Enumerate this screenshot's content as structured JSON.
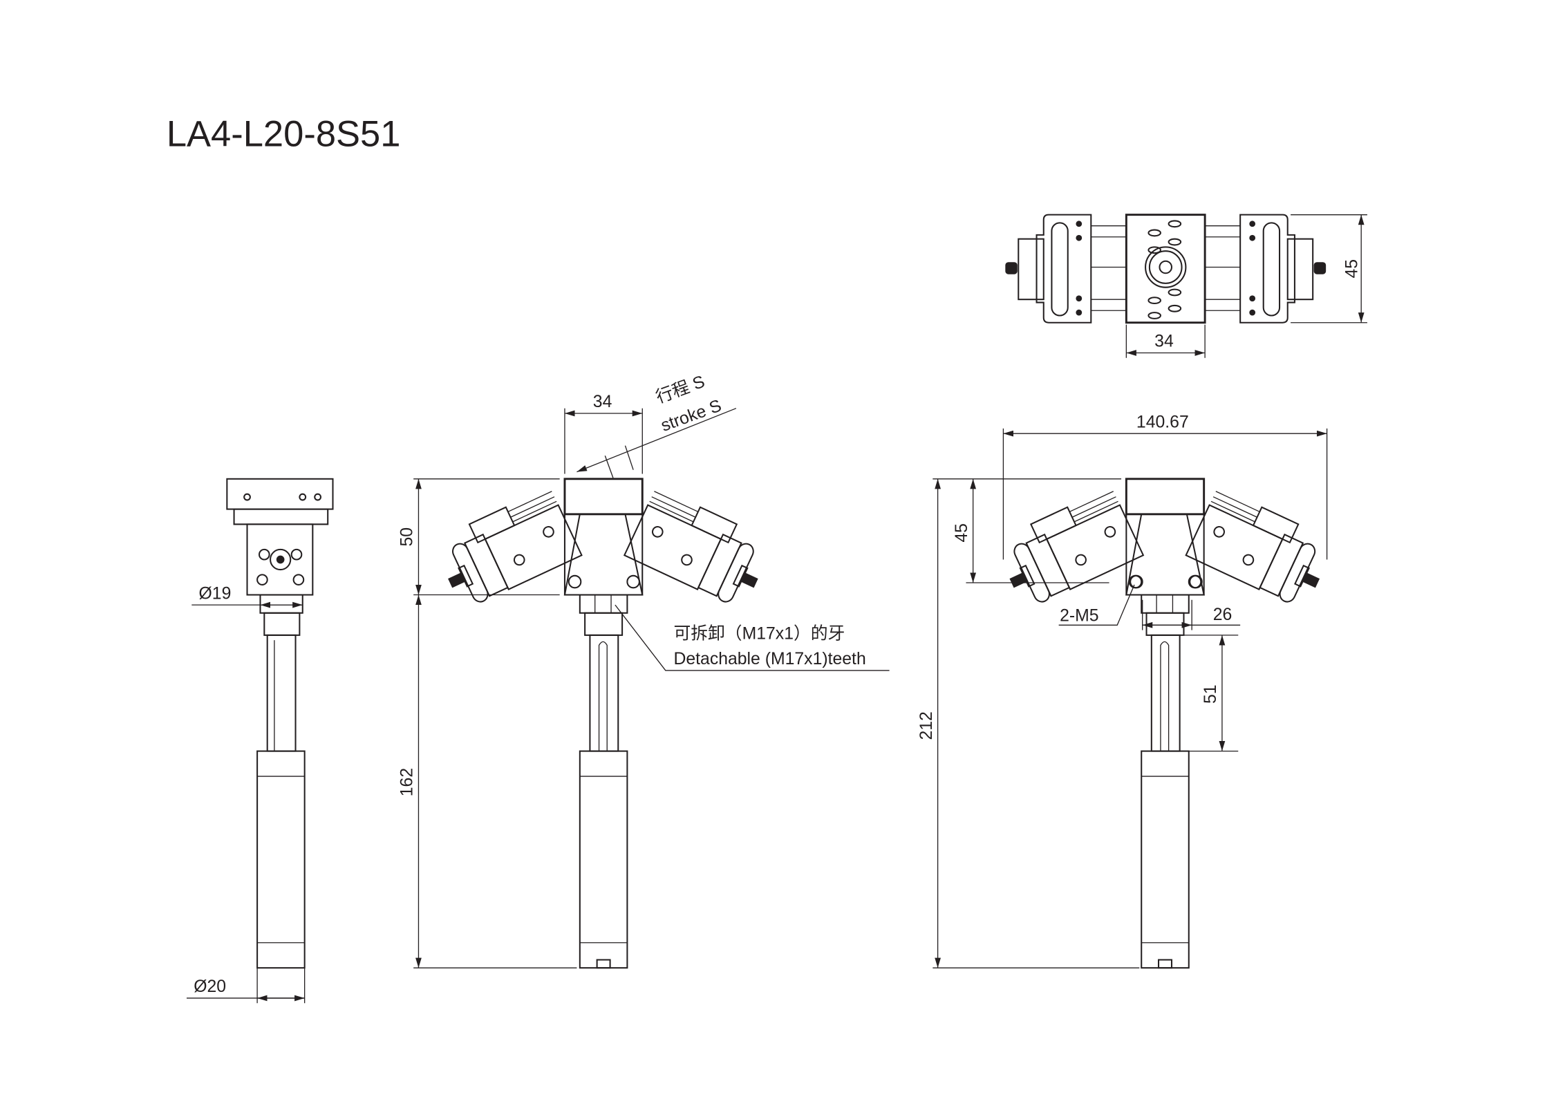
{
  "title": "LA4-L20-8S51",
  "side_view": {
    "dia_top": "Ø19",
    "dia_bottom": "Ø20"
  },
  "front_view": {
    "width": "34",
    "height_head": "50",
    "height_body": "162",
    "stroke_cn": "行程 S",
    "stroke_en": "stroke S",
    "note_cn": "可拆卸（M17x1）的牙",
    "note_en": "Detachable (M17x1)teeth"
  },
  "right_view": {
    "overall_width": "140.67",
    "height_head": "45",
    "overall_height": "212",
    "holes": "2-M5",
    "hole_spacing": "26",
    "rod_length": "51"
  },
  "top_view": {
    "height": "45",
    "width": "34"
  }
}
